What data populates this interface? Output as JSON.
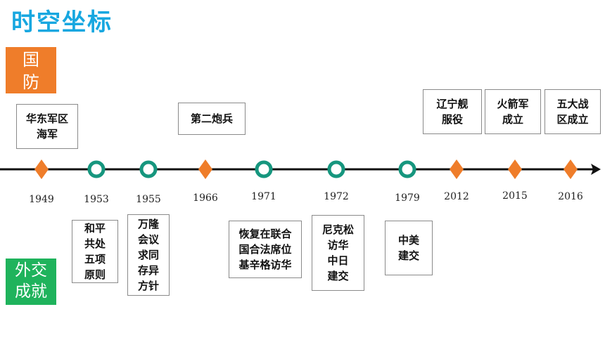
{
  "title": "时空坐标",
  "labels": {
    "defense_line1": "国",
    "defense_line2": "防",
    "diplomacy_line1": "外交",
    "diplomacy_line2": "成就"
  },
  "colors": {
    "title": "#17a7e0",
    "defense": "#ef7d2a",
    "diplomacy": "#1fb35c",
    "defense_marker": "#ef7d2a",
    "diplomacy_marker": "#16967e",
    "axis": "#111111"
  },
  "timeline": {
    "events": [
      {
        "year": "1949",
        "category": "defense"
      },
      {
        "year": "1953",
        "category": "diplomacy"
      },
      {
        "year": "1955",
        "category": "diplomacy"
      },
      {
        "year": "1966",
        "category": "defense"
      },
      {
        "year": "1971",
        "category": "diplomacy"
      },
      {
        "year": "1972",
        "category": "diplomacy"
      },
      {
        "year": "1979",
        "category": "diplomacy"
      },
      {
        "year": "2012",
        "category": "defense"
      },
      {
        "year": "2015",
        "category": "defense"
      },
      {
        "year": "2016",
        "category": "defense"
      }
    ]
  },
  "defense_boxes": [
    {
      "lines": [
        "华东军区",
        "海军"
      ]
    },
    {
      "lines": [
        "第二炮兵"
      ]
    },
    {
      "lines": [
        "辽宁舰",
        "服役"
      ]
    },
    {
      "lines": [
        "火箭军",
        "成立"
      ]
    },
    {
      "lines": [
        "五大战",
        "区成立"
      ]
    }
  ],
  "diplomacy_boxes": [
    {
      "lines": [
        "和平",
        "共处",
        "五项",
        "原则"
      ]
    },
    {
      "lines": [
        "万隆",
        "会议",
        "求同",
        "存异",
        "方针"
      ]
    },
    {
      "lines": [
        "恢复在联合",
        "国合法席位",
        "基辛格访华"
      ]
    },
    {
      "lines": [
        "尼克松",
        "访华",
        "中日",
        "建交"
      ]
    },
    {
      "lines": [
        "中美",
        "建交"
      ]
    }
  ]
}
